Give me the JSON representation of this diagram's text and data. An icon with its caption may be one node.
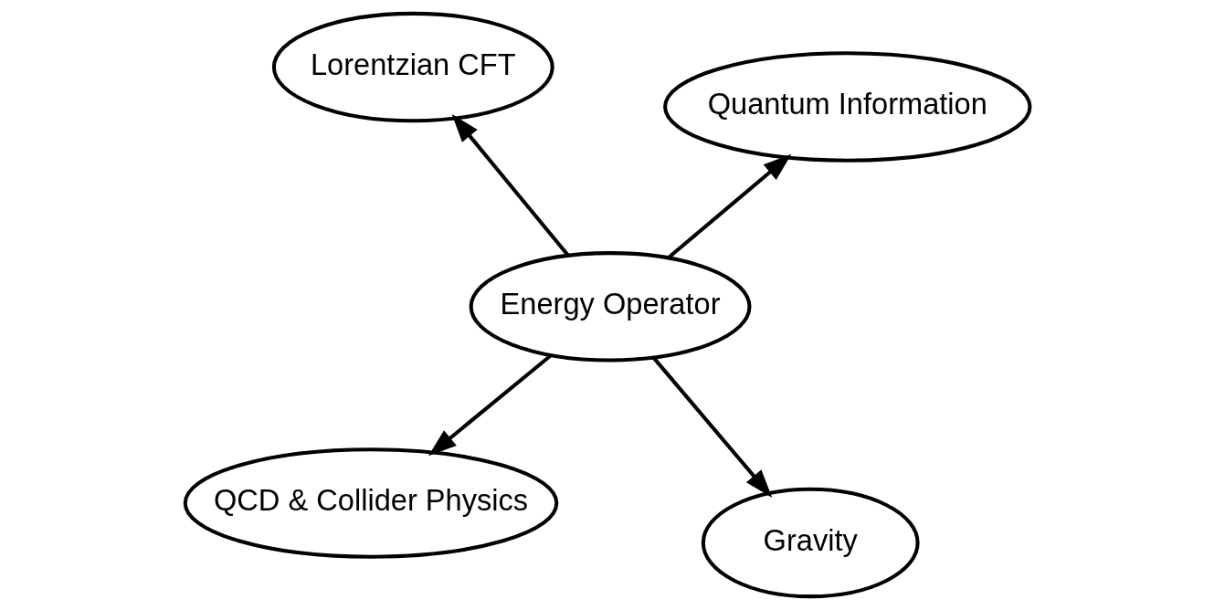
{
  "diagram": {
    "nodes": [
      {
        "text": [
          "QCD & Collider Physics"
        ]
      },
      {
        "text": [
          "Gravity"
        ]
      },
      {
        "text": [
          "Energy Operator"
        ]
      },
      {
        "text": [
          "Lorentzian CFT"
        ]
      },
      {
        "text": [
          "Quantum Information"
        ]
      }
    ],
    "edges": [
      {
        "from": 2,
        "to": 0,
        "arrow": "to"
      },
      {
        "from": 2,
        "to": 1,
        "arrow": "to"
      },
      {
        "from": 2,
        "to": 3,
        "arrow": "to"
      },
      {
        "from": 2,
        "to": 4,
        "arrow": "to"
      }
    ]
  }
}
